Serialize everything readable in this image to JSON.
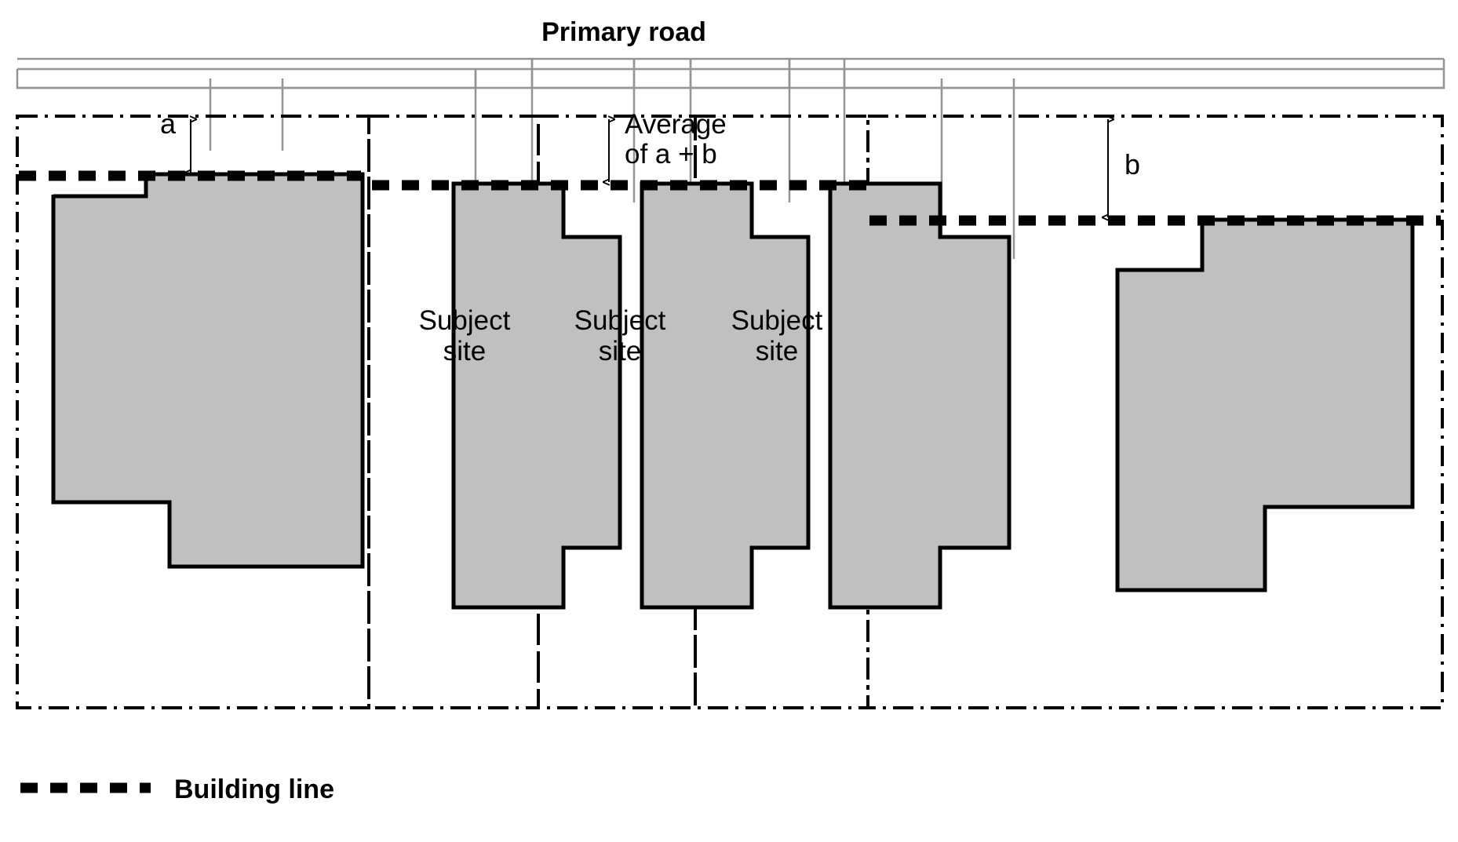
{
  "diagram": {
    "title": "Primary road",
    "colors": {
      "building_fill": "#c0c0c0",
      "building_stroke": "#000000",
      "lot_boundary": "#000000",
      "building_line": "#000000",
      "road_line": "#949494",
      "background": "#ffffff"
    },
    "dimension_labels": {
      "left": "a",
      "middle_line1": "Average",
      "middle_line2": "of a + b",
      "right": "b"
    },
    "site_labels": [
      {
        "line1": "Subject",
        "line2": "site"
      },
      {
        "line1": "Subject",
        "line2": "site"
      },
      {
        "line1": "Subject",
        "line2": "site"
      }
    ],
    "legend": {
      "swatch": "building-line-dashed-swatch",
      "label": "Building line"
    }
  }
}
